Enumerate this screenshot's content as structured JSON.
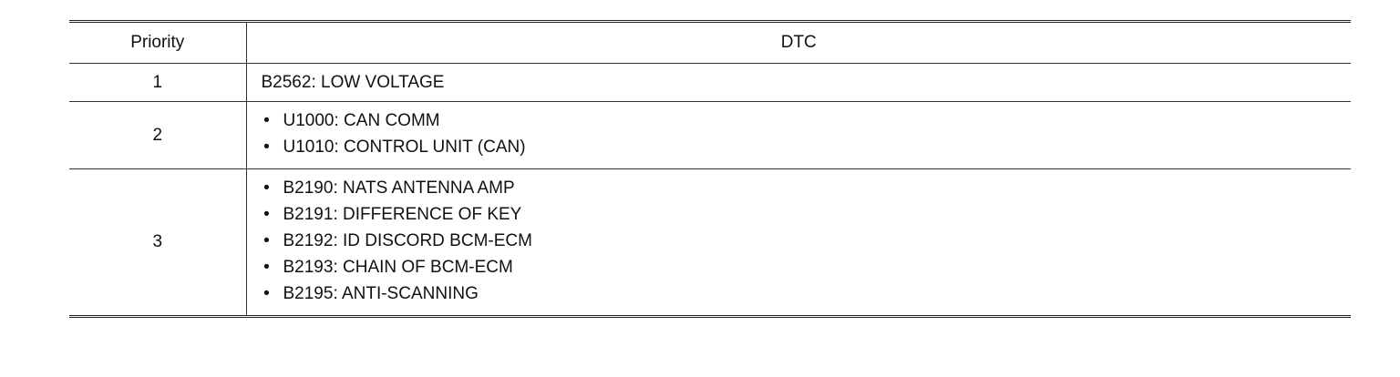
{
  "table": {
    "headers": {
      "priority": "Priority",
      "dtc": "DTC"
    },
    "rows": [
      {
        "priority": "1",
        "codes": [
          "B2562: LOW VOLTAGE"
        ]
      },
      {
        "priority": "2",
        "codes": [
          "U1000: CAN COMM",
          "U1010: CONTROL UNIT (CAN)"
        ]
      },
      {
        "priority": "3",
        "codes": [
          "B2190: NATS ANTENNA AMP",
          "B2191: DIFFERENCE OF KEY",
          "B2192: ID DISCORD BCM-ECM",
          "B2193: CHAIN OF BCM-ECM",
          "B2195: ANTI-SCANNING"
        ]
      }
    ]
  }
}
